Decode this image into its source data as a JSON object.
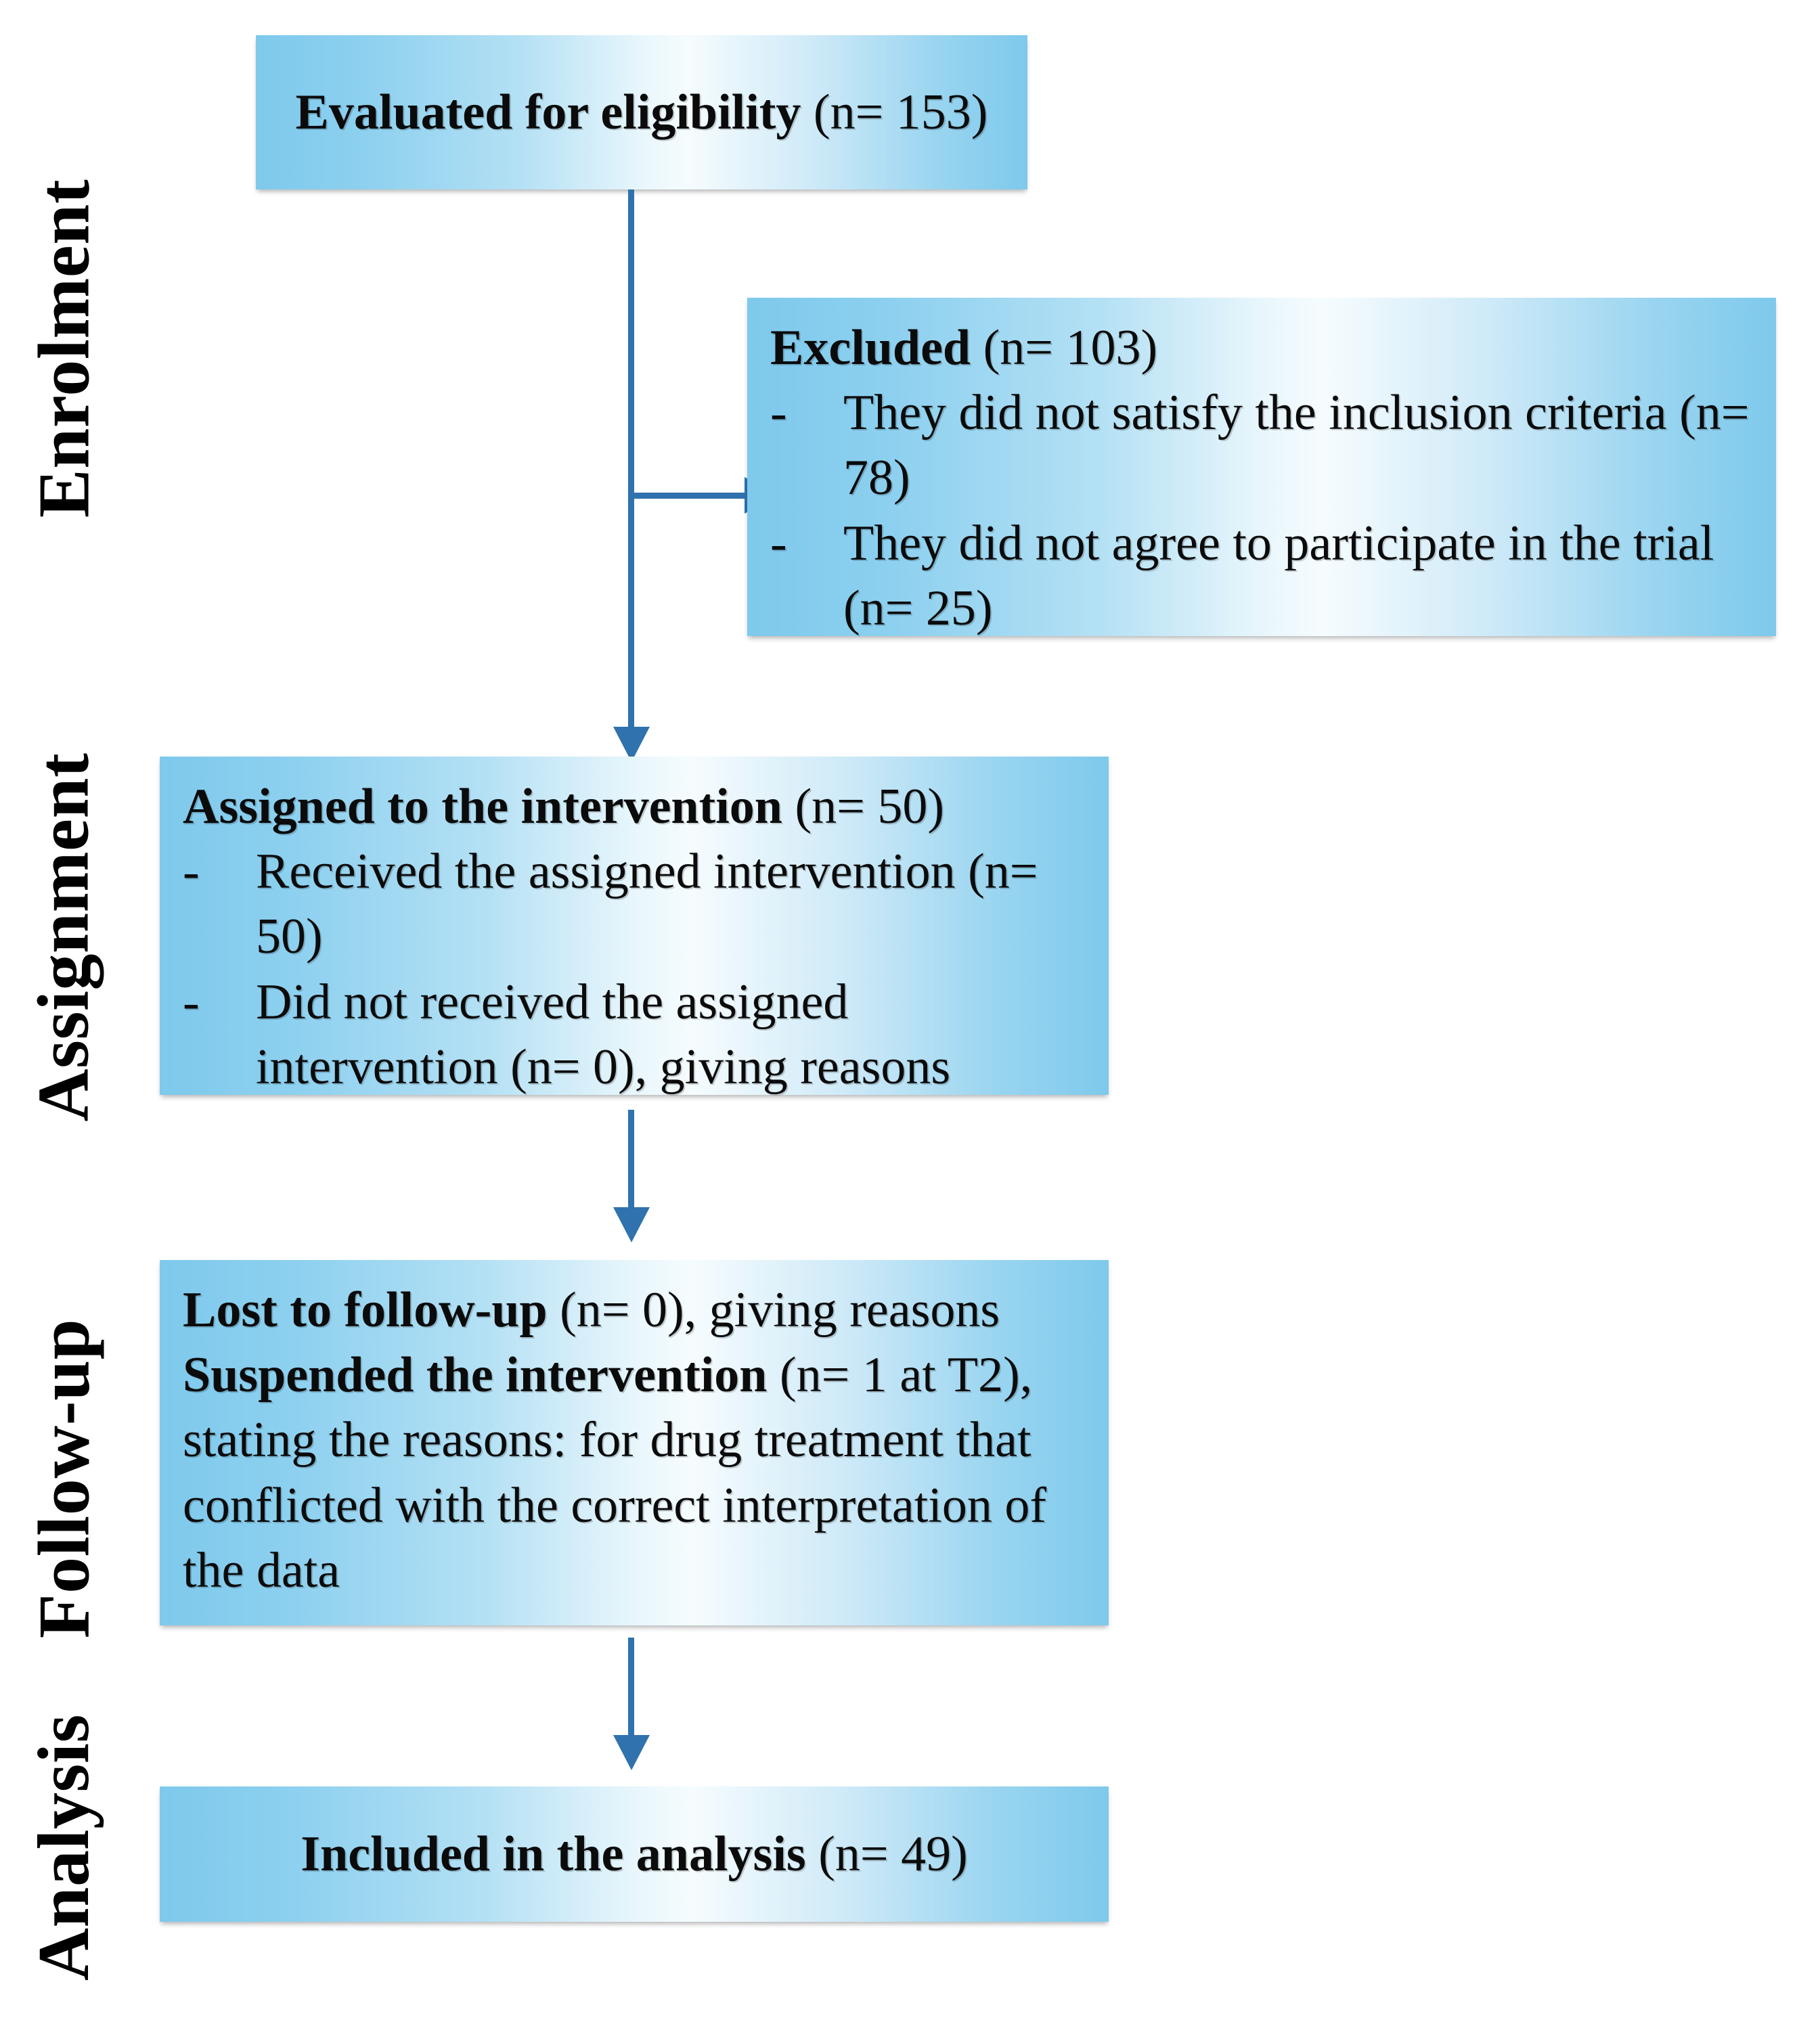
{
  "diagram": {
    "title": "CONSORT participant flow diagram",
    "accent_color": "#2f72ad",
    "box_fill_edge_color": "#7ec9ec",
    "box_fill_center_color": "#f6fcfe",
    "text_color": "#000000"
  },
  "stages": [
    {
      "id": "enrolment",
      "label": "Enrolment"
    },
    {
      "id": "assignment",
      "label": "Assignment"
    },
    {
      "id": "followup",
      "label": "Follow-up"
    },
    {
      "id": "analysis",
      "label": "Analysis"
    }
  ],
  "boxes": {
    "eligibility": {
      "heading": "Evaluated for eligibility",
      "count": "(n= 153)"
    },
    "excluded": {
      "heading": "Excluded",
      "count": "(n= 103)",
      "bullets": [
        {
          "marker": "-",
          "text": "They did not satisfy the inclusion criteria (n= 78)"
        },
        {
          "marker": "-",
          "text": "They did not agree to participate in the trial (n= 25)"
        }
      ]
    },
    "assigned": {
      "heading": "Assigned to the intervention",
      "count": "(n= 50)",
      "bullets": [
        {
          "marker": "-",
          "text": "Received the assigned intervention (n= 50)"
        },
        {
          "marker": "-",
          "text": "Did not received the assigned intervention (n= 0), giving reasons"
        }
      ]
    },
    "followup": {
      "line1_bold": "Lost to follow-up",
      "line1_rest": " (n= 0), giving reasons",
      "line2_bold": "Suspended the intervention",
      "line2_rest": " (n= 1 at T2), stating the reasons: for drug treatment that conflicted with the correct interpretation of the data"
    },
    "analysis": {
      "heading": "Included in the analysis",
      "count": "(n= 49)"
    }
  }
}
